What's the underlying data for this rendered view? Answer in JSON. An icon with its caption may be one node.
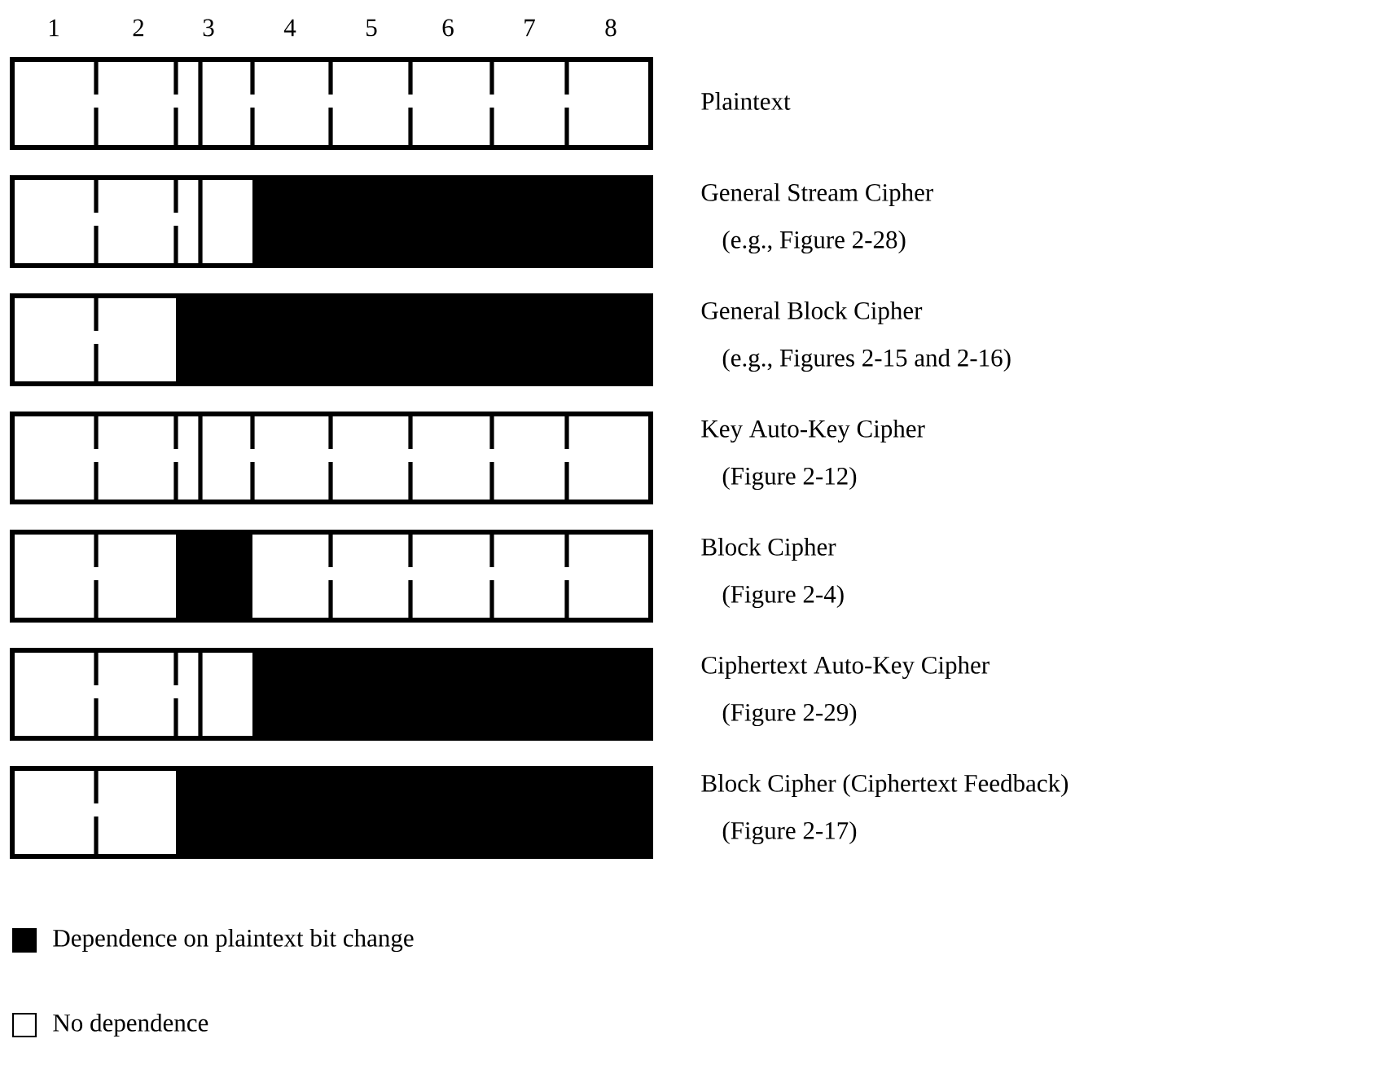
{
  "diagram": {
    "nodes": [
      {
        "text": [
          "Plaintext"
        ]
      },
      {
        "text": [
          "General Stream Cipher",
          "(e.g., Figure 2-28)"
        ]
      },
      {
        "text": [
          "General Block Cipher",
          "(e.g., Figures 2-15 and 2-16)"
        ]
      },
      {
        "text": [
          "Key Auto-Key Cipher",
          "(Figure 2-12)"
        ]
      },
      {
        "text": [
          "Block Cipher",
          "(Figure 2-4)"
        ]
      },
      {
        "text": [
          "Ciphertext Auto-Key Cipher",
          "(Figure 2-29)"
        ]
      },
      {
        "text": [
          "Block Cipher (Ciphertext Feedback)",
          "(Figure 2-17)"
        ]
      }
    ],
    "labels": [
      "1",
      "2",
      "3",
      "4",
      "5",
      "6",
      "7",
      "8"
    ],
    "legend": [
      {
        "text": "Dependence on plaintext bit change",
        "color": "#000000"
      },
      {
        "text": "No dependence"
      }
    ]
  }
}
